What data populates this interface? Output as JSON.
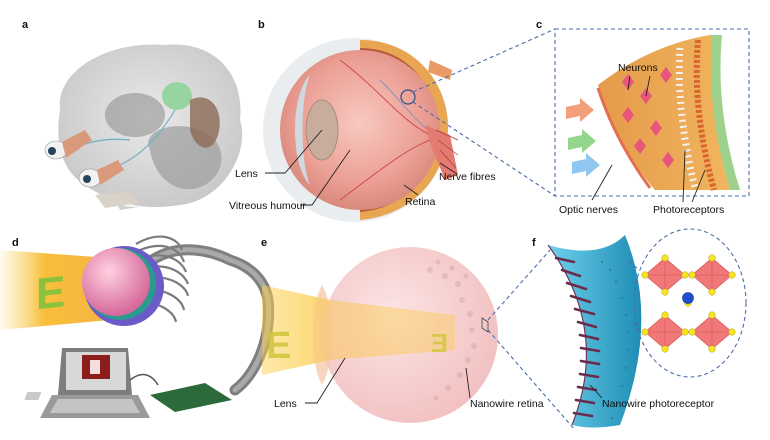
{
  "panels": {
    "a": {
      "label": "a"
    },
    "b": {
      "label": "b",
      "callouts": {
        "lens": "Lens",
        "vitreous": "Vitreous humour",
        "retina": "Retina",
        "nerve": "Nerve fibres"
      }
    },
    "c": {
      "label": "c",
      "callouts": {
        "neurons": "Neurons",
        "optic": "Optic nerves",
        "photoreceptors": "Photoreceptors"
      }
    },
    "d": {
      "label": "d",
      "symbol": "E"
    },
    "e": {
      "label": "e",
      "symbol": "E",
      "callouts": {
        "lens": "Lens",
        "nanowire_retina": "Nanowire retina"
      }
    },
    "f": {
      "label": "f",
      "callouts": {
        "nanowire_photoreceptor": "Nanowire photoreceptor"
      }
    }
  },
  "colors": {
    "accent_blue": "#4a6ea8",
    "eyeball_pink": "#f2b8b8",
    "light_yellow": "#f9c63a",
    "nanowire_cyan": "#3fb4d6",
    "octahedron_red": "#ef5a5a"
  }
}
